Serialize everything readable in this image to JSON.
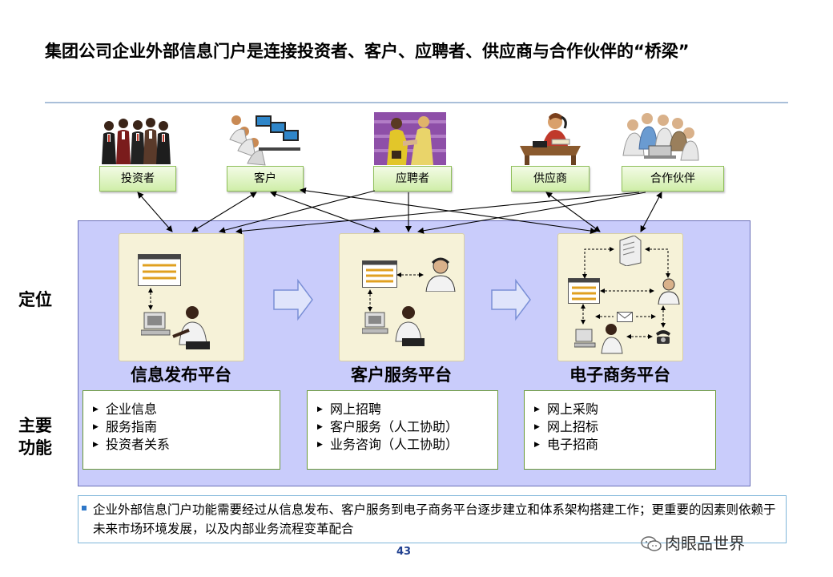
{
  "title": "集团公司企业外部信息门户是连接投资者、客户、应聘者、供应商与合作伙伴的“桥梁”",
  "stakeholders": [
    {
      "id": "investor",
      "label": "投资者",
      "icon": "business-people-icon"
    },
    {
      "id": "customer",
      "label": "客户",
      "icon": "call-center-icon"
    },
    {
      "id": "applicant",
      "label": "应聘者",
      "icon": "handshake-icon"
    },
    {
      "id": "supplier",
      "label": "供应商",
      "icon": "desk-phone-icon"
    },
    {
      "id": "partner",
      "label": "合作伙伴",
      "icon": "team-meeting-icon"
    }
  ],
  "row_labels": {
    "positioning": "定位",
    "functions": "主要\n功能"
  },
  "platforms": [
    {
      "name": "信息发布平台",
      "functions": [
        "企业信息",
        "服务指南",
        "投资者关系"
      ]
    },
    {
      "name": "客户服务平台",
      "functions": [
        "网上招聘",
        "客户服务（人工协助）",
        "业务咨询（人工协助）"
      ]
    },
    {
      "name": "电子商务平台",
      "functions": [
        "网上采购",
        "网上招标",
        "电子招商"
      ]
    }
  ],
  "note": "企业外部信息门户功能需要经过从信息发布、客户服务到电子商务平台逐步建立和体系架构搭建工作；更重要的因素则依赖于未来市场环境发展，以及内部业务流程变革配合",
  "page_number": "43",
  "watermark": "肉眼品世界",
  "colors": {
    "panel": "#c9ccfb",
    "label_green": "#cfeea8",
    "note_border": "#7fb6d9",
    "page_number": "#1f3f8f"
  }
}
